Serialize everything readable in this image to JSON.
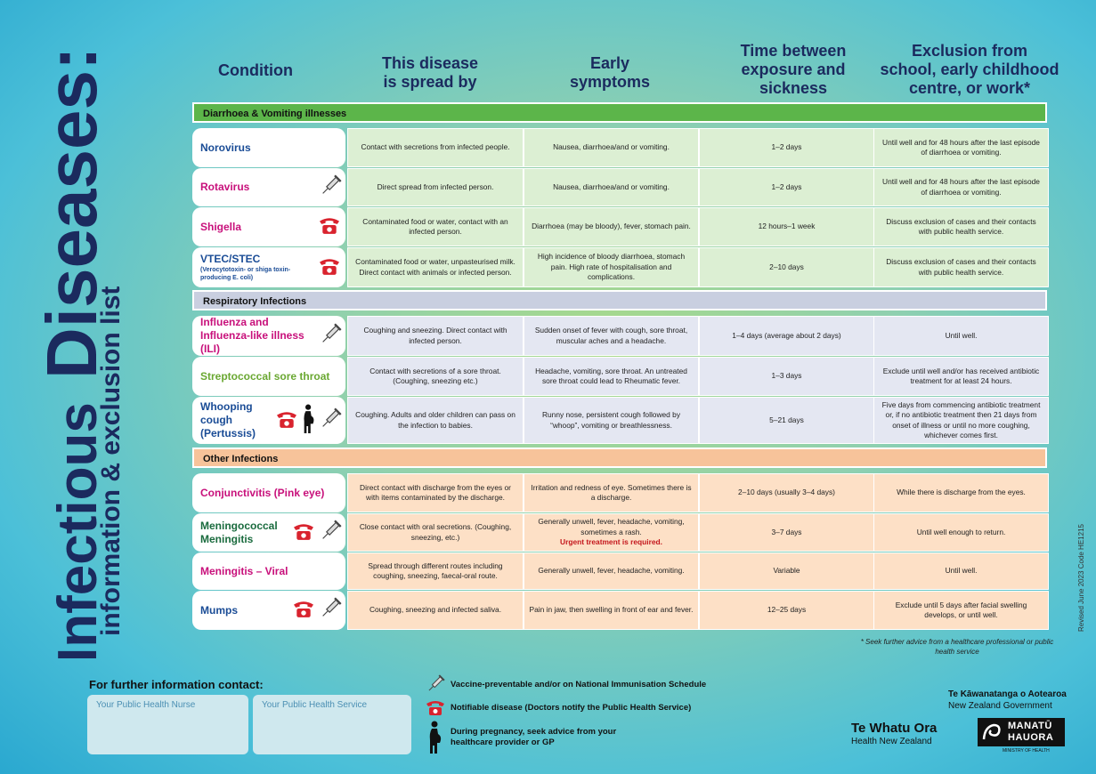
{
  "title": {
    "word1": "Infectious",
    "word2": "Diseases:",
    "subtitle": "information & exclusion list"
  },
  "headers": {
    "condition": "Condition",
    "spread": "This disease\nis spread by",
    "symptoms": "Early\nsymptoms",
    "time": "Time between\nexposure and\nsickness",
    "exclusion": "Exclusion from\nschool, early childhood\ncentre, or work*"
  },
  "sections": [
    {
      "name": "Diarrhoea & Vomiting illnesses",
      "band_color": "#5cb54a",
      "rows": [
        {
          "condition": "Norovirus",
          "subtext": "",
          "color": "#1a4c96",
          "icons": [],
          "spread": "Contact with secretions from infected people.",
          "symptoms": "Nausea, diarrhoea/and or vomiting.",
          "time": "1–2 days",
          "exclusion": "Until well and for 48 hours after the last episode of diarrhoea or vomiting.",
          "urgent": ""
        },
        {
          "condition": "Rotavirus",
          "subtext": "",
          "color": "#c8107b",
          "icons": [
            "syringe-icon"
          ],
          "spread": "Direct spread from infected person.",
          "symptoms": "Nausea, diarrhoea/and or vomiting.",
          "time": "1–2 days",
          "exclusion": "Until well and for 48 hours after the last episode of diarrhoea or vomiting.",
          "urgent": ""
        },
        {
          "condition": "Shigella",
          "subtext": "",
          "color": "#c8107b",
          "icons": [
            "phone-icon"
          ],
          "spread": "Contaminated food or water, contact with an infected person.",
          "symptoms": "Diarrhoea (may be bloody), fever, stomach pain.",
          "time": "12 hours–1 week",
          "exclusion": "Discuss exclusion of cases and their contacts with public health service.",
          "urgent": ""
        },
        {
          "condition": "VTEC/STEC",
          "subtext": "(Verocytotoxin- or shiga toxin-producing E. coli)",
          "color": "#1a4c96",
          "icons": [
            "phone-icon"
          ],
          "spread": "Contaminated food or water, unpasteurised milk. Direct contact with animals or infected person.",
          "symptoms": "High incidence of bloody diarrhoea, stomach pain. High rate of hospitalisation and complications.",
          "time": "2–10 days",
          "exclusion": "Discuss exclusion of cases and their contacts with public health service.",
          "urgent": ""
        }
      ]
    },
    {
      "name": "Respiratory Infections",
      "band_color": "#c9cfe0",
      "rows": [
        {
          "condition": "Influenza and Influenza-like illness (ILI)",
          "subtext": "",
          "color": "#c8107b",
          "icons": [
            "syringe-icon"
          ],
          "spread": "Coughing and sneezing. Direct contact with infected person.",
          "symptoms": "Sudden onset of fever with cough, sore throat, muscular aches and a headache.",
          "time": "1–4 days (average about 2 days)",
          "exclusion": "Until well.",
          "urgent": ""
        },
        {
          "condition": "Streptococcal sore throat",
          "subtext": "",
          "color": "#6aa832",
          "icons": [],
          "spread": "Contact with secretions of a sore throat. (Coughing, sneezing etc.)",
          "symptoms": "Headache, vomiting, sore throat. An untreated sore throat could lead to Rheumatic fever.",
          "time": "1–3 days",
          "exclusion": "Exclude until well and/or has received antibiotic treatment for at least 24 hours.",
          "urgent": ""
        },
        {
          "condition": "Whooping cough (Pertussis)",
          "subtext": "",
          "color": "#1a4c96",
          "icons": [
            "phone-icon",
            "pregnancy-icon",
            "syringe-icon"
          ],
          "spread": "Coughing. Adults and older children can pass on the infection to babies.",
          "symptoms": "Runny nose, persistent cough followed by “whoop”, vomiting or breathlessness.",
          "time": "5–21 days",
          "exclusion": "Five days from commencing antibiotic treatment or, if no antibiotic treatment then 21 days from onset of illness or until no more coughing, whichever comes first.",
          "urgent": ""
        }
      ]
    },
    {
      "name": "Other Infections",
      "band_color": "#f7c39a",
      "rows": [
        {
          "condition": "Conjunctivitis (Pink eye)",
          "subtext": "",
          "color": "#c8107b",
          "icons": [],
          "spread": "Direct contact with discharge from the eyes or with items contaminated by the discharge.",
          "symptoms": "Irritation and redness of eye. Sometimes there is a discharge.",
          "time": "2–10 days (usually 3–4 days)",
          "exclusion": "While there is discharge from the eyes.",
          "urgent": ""
        },
        {
          "condition": "Meningococcal Meningitis",
          "subtext": "",
          "color": "#1a6b3e",
          "icons": [
            "phone-icon",
            "syringe-icon"
          ],
          "spread": "Close contact with oral secretions. (Coughing, sneezing, etc.)",
          "symptoms": "Generally unwell, fever, headache, vomiting, sometimes a rash.",
          "time": "3–7 days",
          "exclusion": "Until well enough to return.",
          "urgent": "Urgent treatment is required."
        },
        {
          "condition": "Meningitis – Viral",
          "subtext": "",
          "color": "#c8107b",
          "icons": [],
          "spread": "Spread through different routes including coughing, sneezing, faecal-oral route.",
          "symptoms": "Generally unwell, fever, headache, vomiting.",
          "time": "Variable",
          "exclusion": "Until well.",
          "urgent": ""
        },
        {
          "condition": "Mumps",
          "subtext": "",
          "color": "#1a4c96",
          "icons": [
            "phone-icon",
            "syringe-icon"
          ],
          "spread": "Coughing, sneezing and infected saliva.",
          "symptoms": "Pain in jaw, then swelling in front of ear and fever.",
          "time": "12–25 days",
          "exclusion": "Exclude until 5 days after facial swelling develops, or until well.",
          "urgent": ""
        }
      ]
    }
  ],
  "footnote": "* Seek further advice from a healthcare professional or public health service",
  "revised": "Revised June 2023 Code HE1215",
  "contact": {
    "heading": "For further information contact:",
    "box1": "Your Public Health Nurse",
    "box2": "Your Public Health Service"
  },
  "legend": {
    "vaccine": "Vaccine-preventable and/or on National Immunisation Schedule",
    "notifiable": "Notifiable disease (Doctors notify the Public Health Service)",
    "pregnancy": "During pregnancy, seek advice from your healthcare provider or GP"
  },
  "logos": {
    "govt_line1": "Te Kāwanatanga o Aotearoa",
    "govt_line2": "New Zealand Government",
    "whatu_ora": "Te Whatu Ora",
    "whatu_ora_sub": "Health New Zealand",
    "manatu1": "MANATŪ",
    "manatu2": "HAUORA",
    "ministry": "MINISTRY OF HEALTH"
  },
  "colors": {
    "navy": "#1b2a5e",
    "phone_red": "#d9232e",
    "urgent_red": "#c4161c"
  }
}
